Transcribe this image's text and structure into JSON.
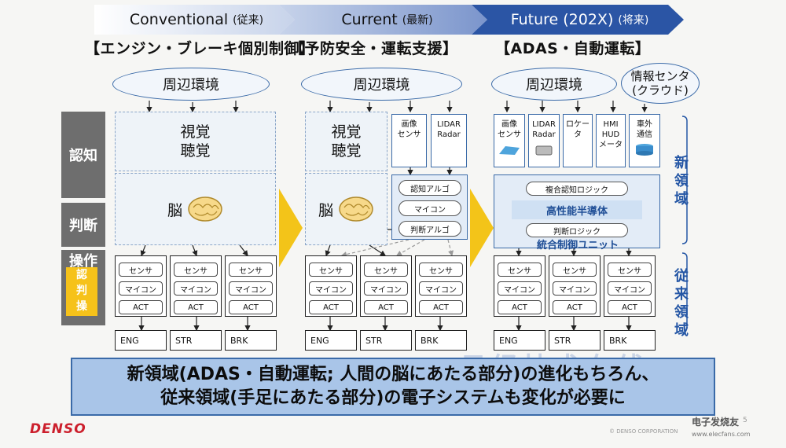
{
  "stages": [
    {
      "main": "Conventional",
      "sub": "(従来)"
    },
    {
      "main": "Current",
      "sub": "(最新)"
    },
    {
      "main": "Future (202X)",
      "sub": "(将来)"
    }
  ],
  "titles": [
    "【エンジン・ブレーキ個別制御】",
    "【予防安全・運転支援】",
    "【ADAS・自動運転】"
  ],
  "environment": "周辺環境",
  "info_center": [
    "情報センタ",
    "(クラウド)"
  ],
  "rows": {
    "cognition": "認知",
    "judgment": "判断",
    "operation": "操作",
    "small": [
      "認",
      "判",
      "操"
    ]
  },
  "perception": [
    "視覚",
    "聴覚"
  ],
  "brain": "脳",
  "current_sensors": [
    [
      "画像",
      "センサ"
    ],
    [
      "LIDAR",
      "Radar"
    ]
  ],
  "current_logic": [
    "認知アルゴ",
    "マイコン",
    "判断アルゴ"
  ],
  "future_sensors": [
    [
      "画像",
      "センサ"
    ],
    [
      "LIDAR",
      "Radar"
    ],
    [
      "ロケータ"
    ],
    [
      "HMI",
      "HUD",
      "メータ"
    ],
    [
      "車外",
      "通信"
    ]
  ],
  "future_logic": {
    "recognition": "複合認知ロジック",
    "chip": "高性能半導体",
    "judgment": "判断ロジック",
    "unit": "統合制御ユニット"
  },
  "ecu": [
    "センサ",
    "マイコン",
    "ACT"
  ],
  "actuators": [
    "ENG",
    "STR",
    "BRK"
  ],
  "side_labels": {
    "new": [
      "新",
      "領",
      "域"
    ],
    "old": [
      "従",
      "来",
      "領",
      "域"
    ]
  },
  "banner": [
    "新領域(ADAS・自動運転; 人間の脳にあたる部分)の進化もちろん、",
    "従来領域(手足にあたる部分)の電子システムも変化が必要に"
  ],
  "brand": "DENSO",
  "watermark": "日经技术在线",
  "footer": {
    "copyright": "© DENSO CORPORATION",
    "page": "5",
    "site": "电子发烧友",
    "url": "www.elecfans.com"
  },
  "colors": {
    "brand": "#cc1f2c",
    "arrow_blue": "#2b55a5",
    "chevron": "#f3c419"
  }
}
